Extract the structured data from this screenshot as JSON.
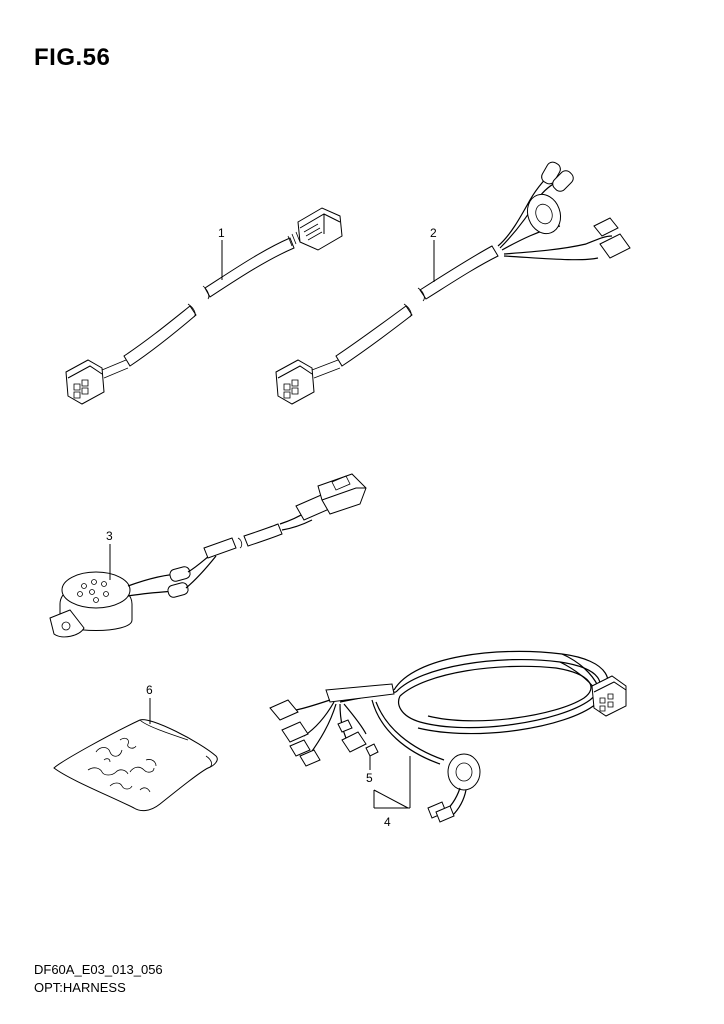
{
  "header": {
    "figure": "FIG.56"
  },
  "footer": {
    "code": "DF60A_E03_013_056",
    "name": "OPT:HARNESS"
  },
  "parts": [
    {
      "callout": "1"
    },
    {
      "callout": "2"
    },
    {
      "callout": "3"
    },
    {
      "callout": "4"
    },
    {
      "callout": "5"
    },
    {
      "callout": "6"
    }
  ]
}
